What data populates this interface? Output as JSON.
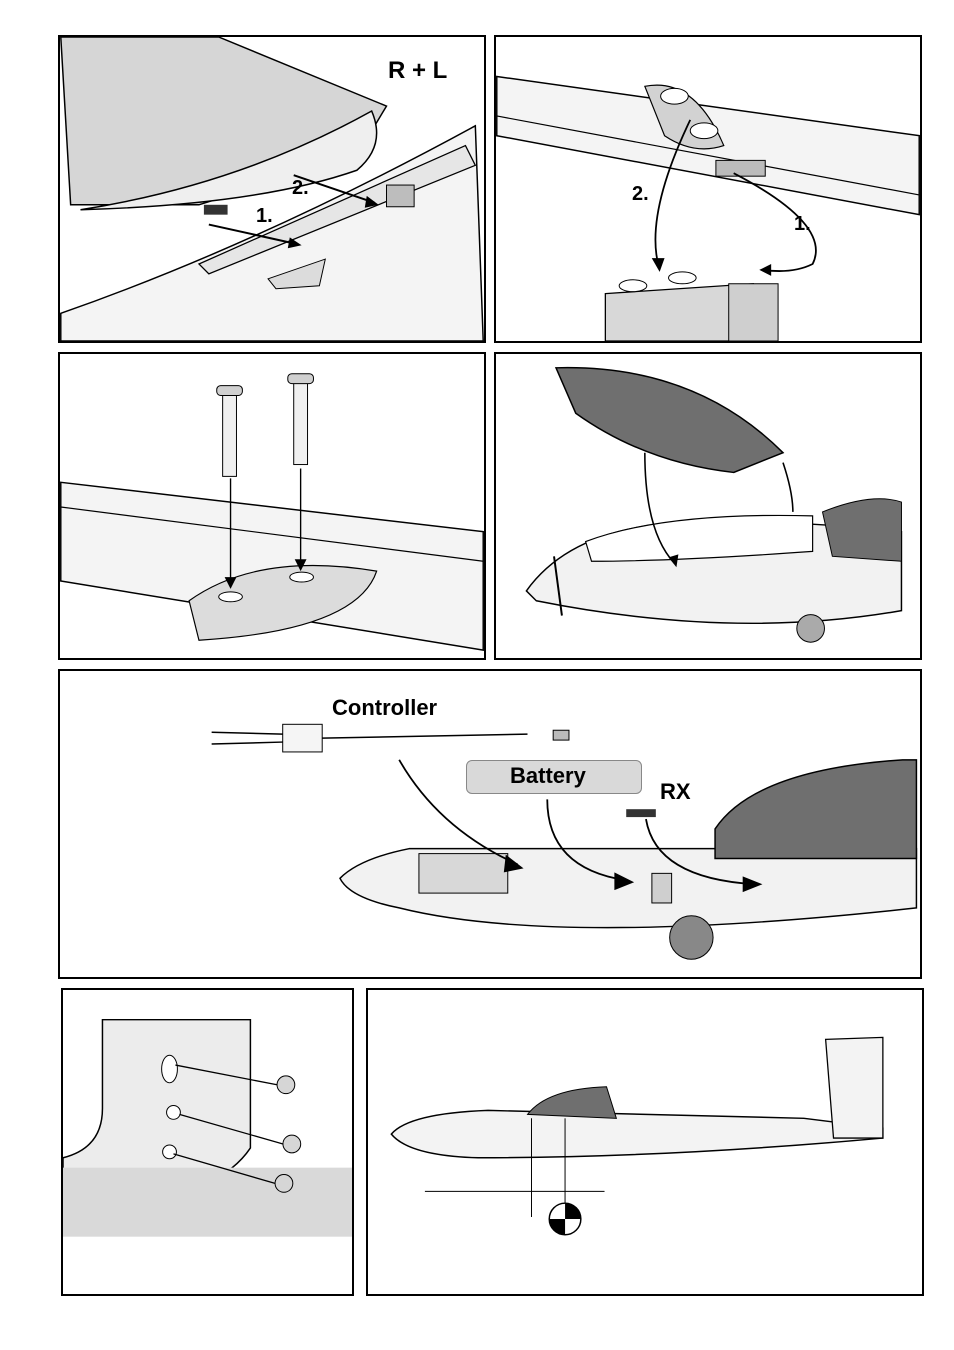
{
  "panels": {
    "p1": {
      "title": "R + L",
      "step1": "1.",
      "step2": "2."
    },
    "p2": {
      "step1": "1.",
      "step2": "2."
    },
    "p5": {
      "controller": "Controller",
      "battery": "Battery",
      "rx": "RX"
    }
  },
  "colors": {
    "line": "#000000",
    "fill_light": "#f2f2f2",
    "fill_mid": "#d0d0d0",
    "fill_dark": "#6e6e6e"
  }
}
